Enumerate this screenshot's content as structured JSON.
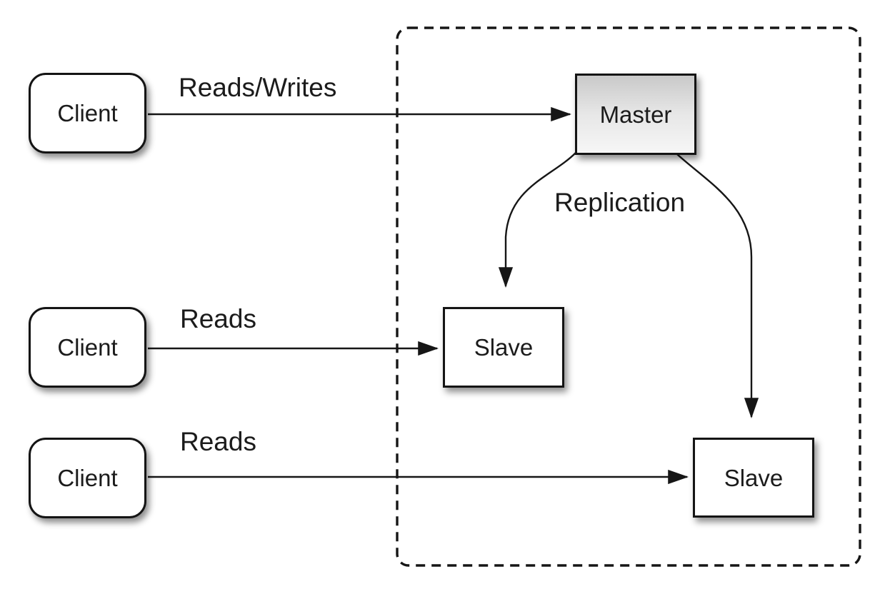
{
  "nodes": {
    "client1": {
      "label": "Client"
    },
    "client2": {
      "label": "Client"
    },
    "client3": {
      "label": "Client"
    },
    "master": {
      "label": "Master"
    },
    "slave1": {
      "label": "Slave"
    },
    "slave2": {
      "label": "Slave"
    }
  },
  "edges": {
    "client1_to_master": {
      "label": "Reads/Writes"
    },
    "client2_to_slave1": {
      "label": "Reads"
    },
    "client3_to_slave2": {
      "label": "Reads"
    },
    "master_to_slaves": {
      "label": "Replication"
    }
  },
  "colors": {
    "background": "#ffffff",
    "line_stroke": "#161616",
    "node_border": "#141414",
    "node_fill": "#ffffff",
    "master_gradient_top": "#c9c9c9",
    "master_gradient_bottom": "#f6f6f6",
    "text": "#1b1b1b"
  }
}
